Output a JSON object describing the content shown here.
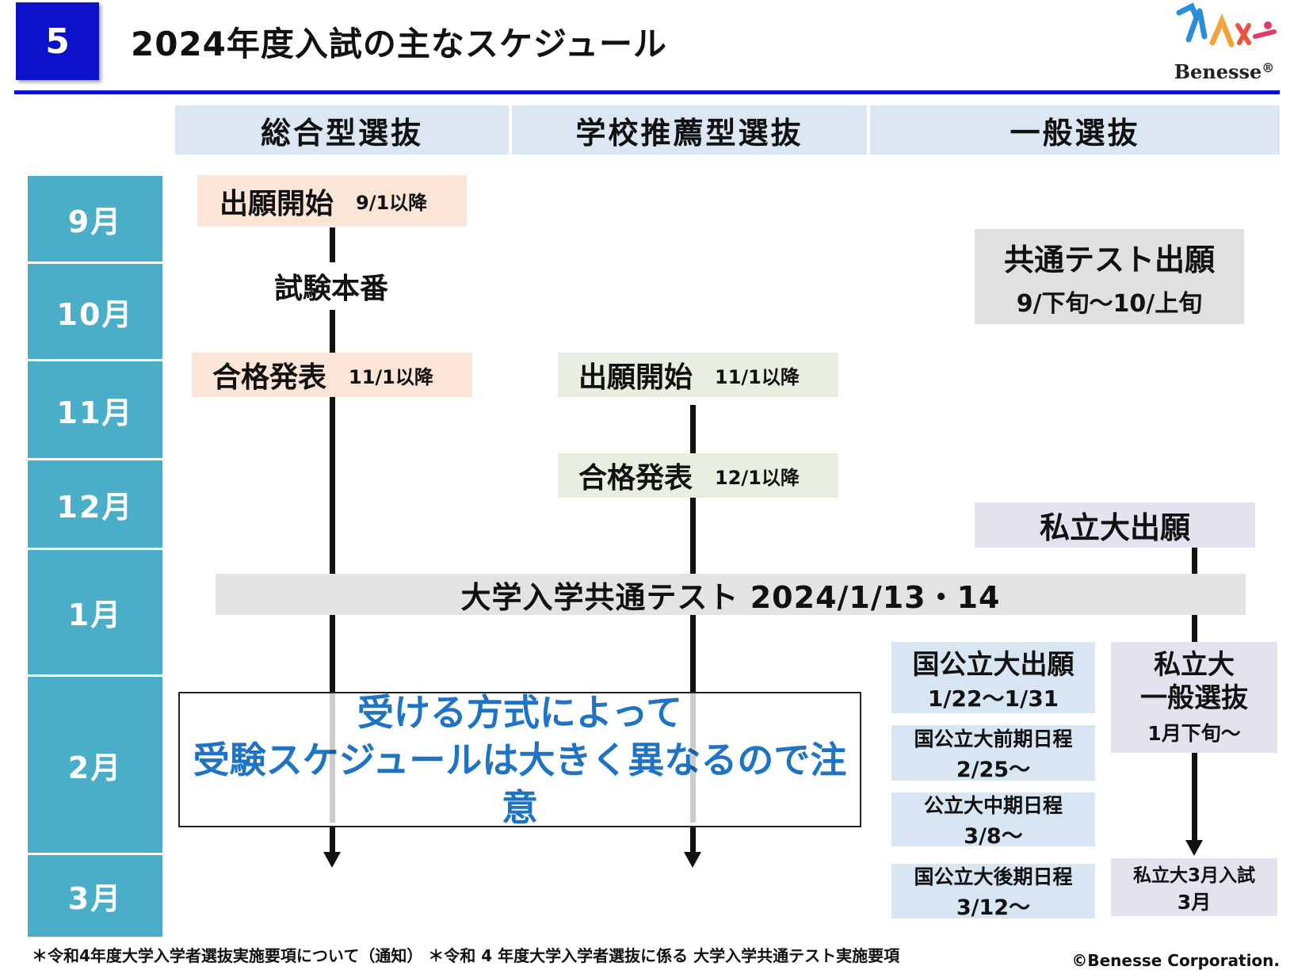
{
  "header": {
    "slide_number": "5",
    "title": "2024年度入試の主なスケジュール",
    "logo_text": "Benesse",
    "logo_mark": "®"
  },
  "columns": [
    "総合型選抜",
    "学校推薦型選抜",
    "一般選抜"
  ],
  "months": [
    "9月",
    "10月",
    "11月",
    "12月",
    "1月",
    "2月",
    "3月"
  ],
  "sogo": {
    "apply_title": "出願開始",
    "apply_date": "9/1以降",
    "exam": "試験本番",
    "result_title": "合格発表",
    "result_date": "11/1以降"
  },
  "suisen": {
    "apply_title": "出願開始",
    "apply_date": "11/1以降",
    "result_title": "合格発表",
    "result_date": "12/1以降"
  },
  "ippan": {
    "kyotsu_apply_title": "共通テスト出願",
    "kyotsu_apply_date": "9/下旬〜10/上旬",
    "private_apply": "私立大出願",
    "national_apply_title": "国公立大出願",
    "national_apply_date": "1/22〜1/31",
    "national_early_title": "国公立大前期日程",
    "national_early_date": "2/25〜",
    "public_mid_title": "公立大中期日程",
    "public_mid_date": "3/8〜",
    "national_late_title": "国公立大後期日程",
    "national_late_date": "3/12〜",
    "private_general_title1": "私立大",
    "private_general_title2": "一般選抜",
    "private_general_date": "1月下旬〜",
    "private_march_title": "私立大3月入試",
    "private_march_date": "3月"
  },
  "common_test": "大学入学共通テスト 2024/1/13・14",
  "notice": {
    "line1": "受ける方式によって",
    "line2": "受験スケジュールは大きく異なるので注意"
  },
  "footnote": "＊令和4年度大学入学者選抜実施要項について（通知） ＊令和 4 年度大学入学者選抜に係る 大学入学共通テスト実施要項",
  "copyright": "©Benesse Corporation."
}
